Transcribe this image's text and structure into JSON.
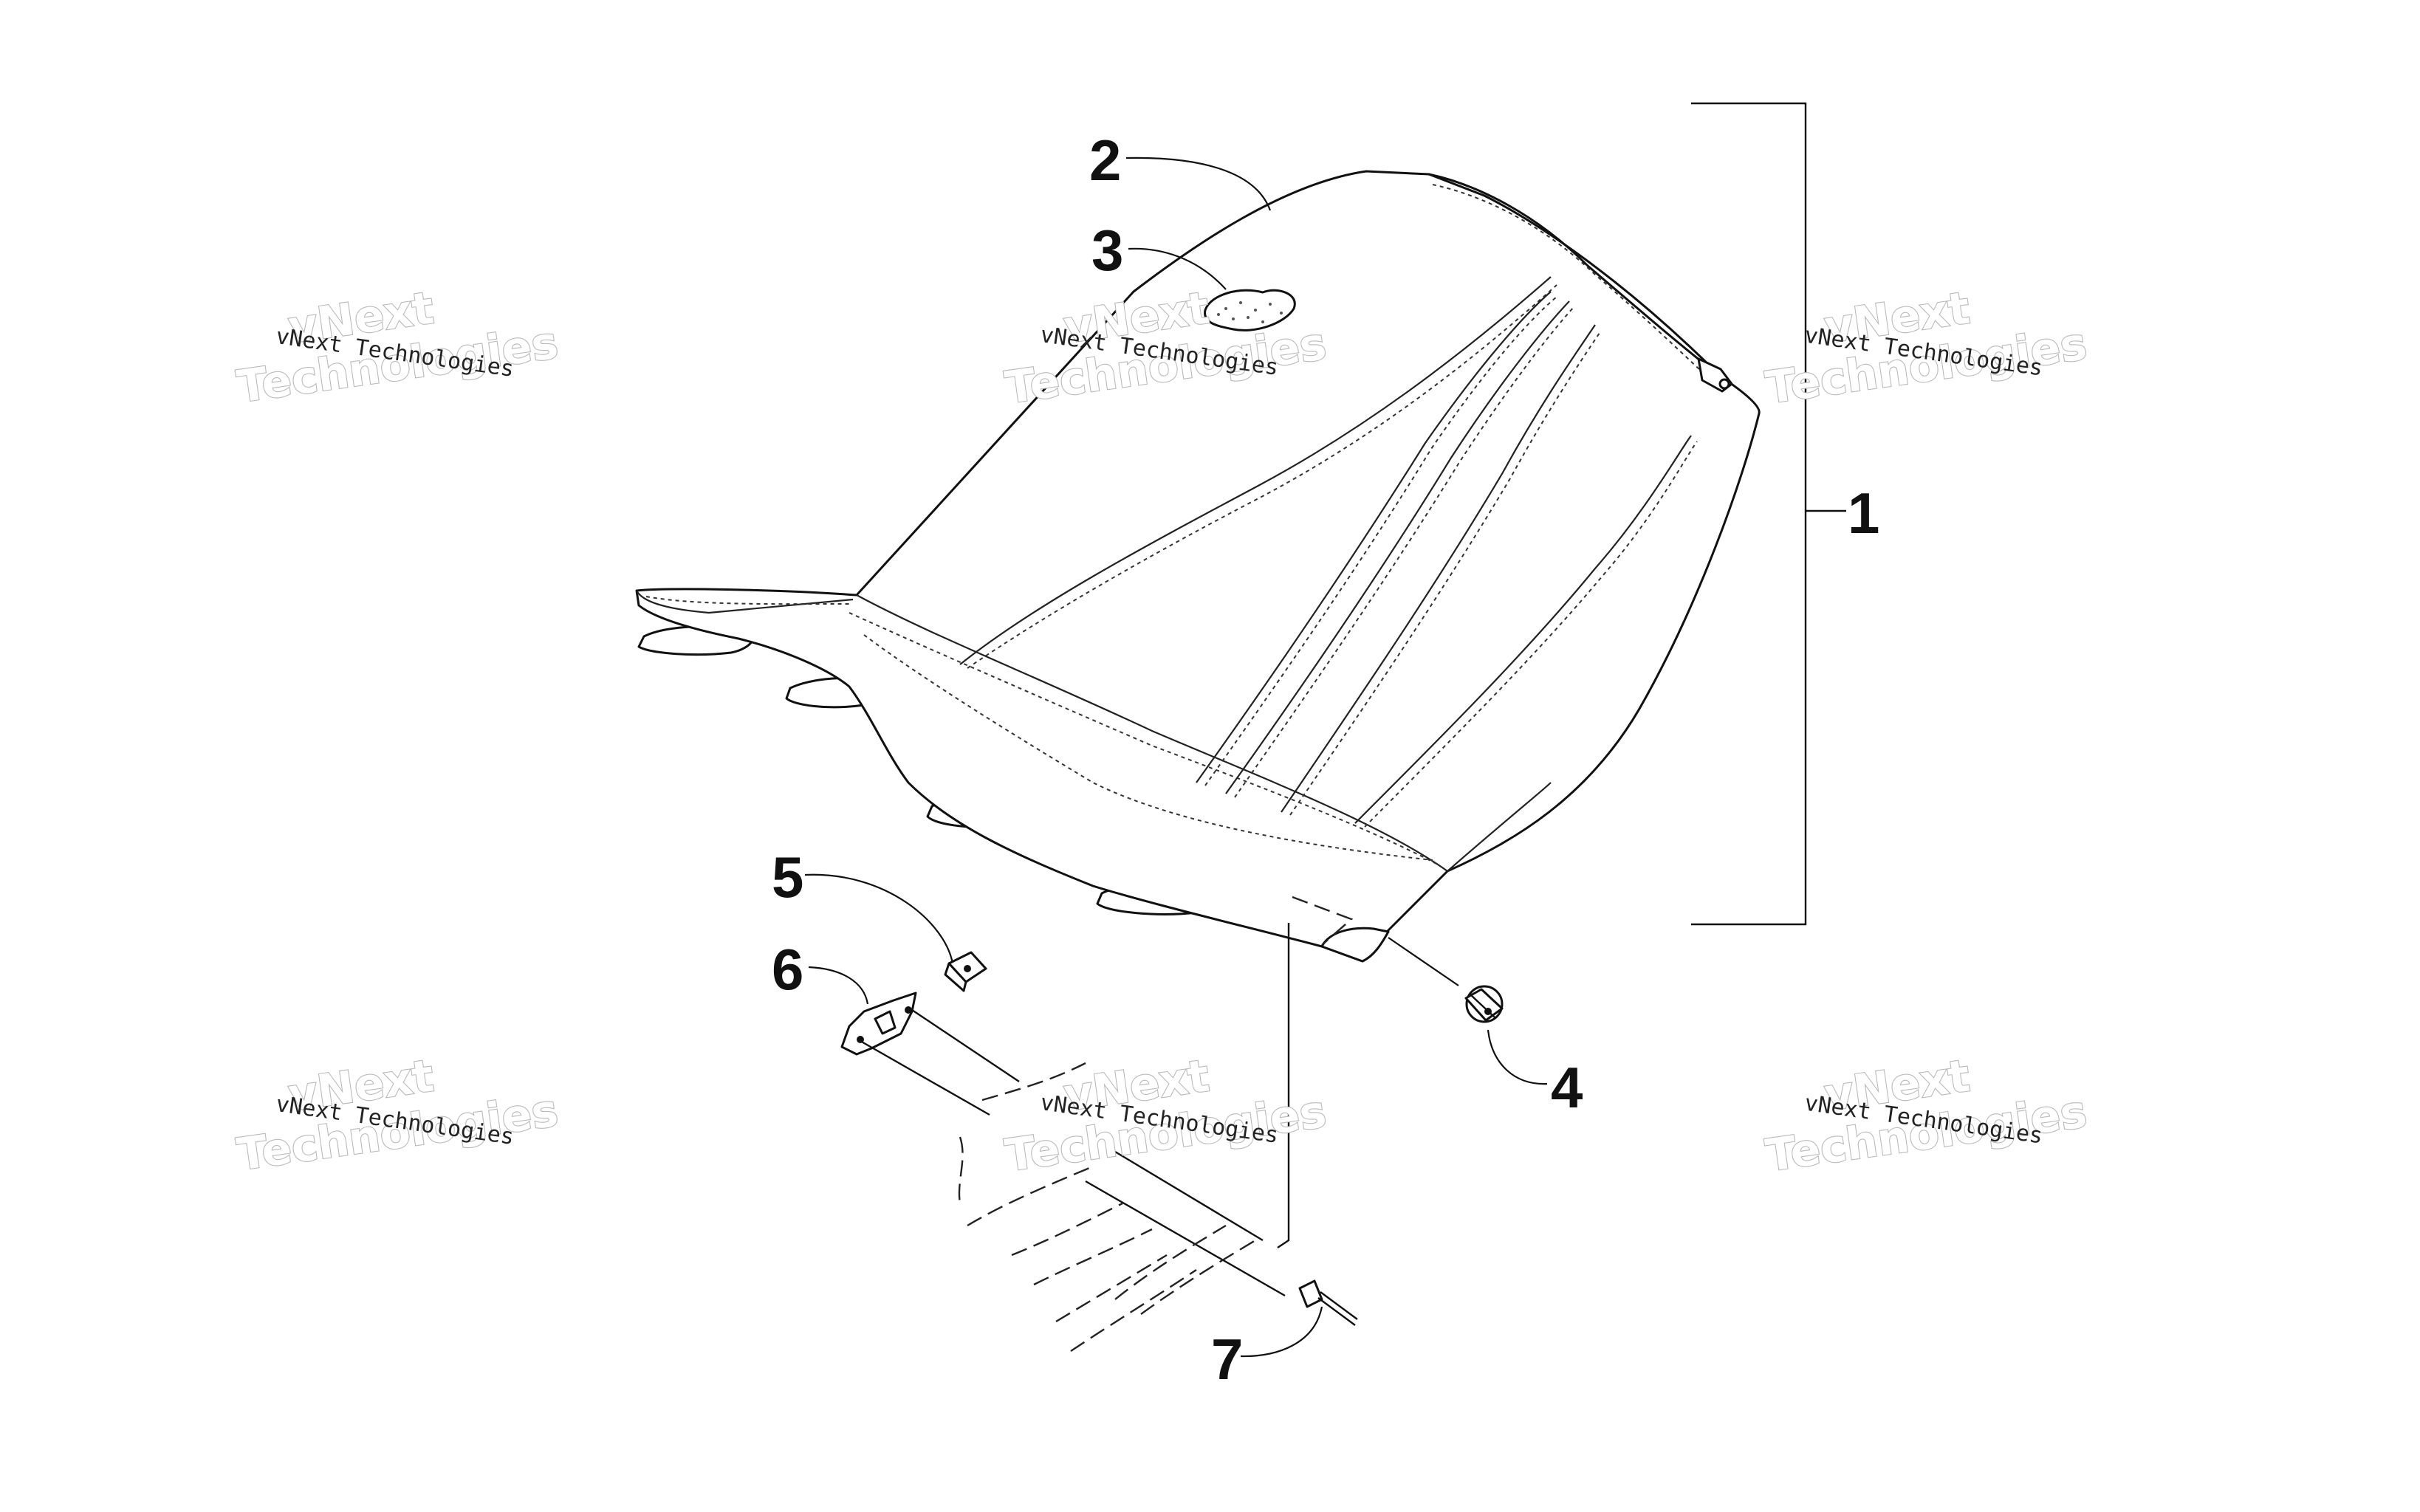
{
  "diagram": {
    "callouts": [
      "1",
      "2",
      "3",
      "4",
      "5",
      "6",
      "7"
    ],
    "watermark": {
      "small_text": "vNext Technologies",
      "large_line1": "vNext",
      "large_line2": "Technologies"
    }
  },
  "colors": {
    "line": "#111111",
    "background": "#ffffff",
    "watermark_outline": "#b9b9b9"
  }
}
